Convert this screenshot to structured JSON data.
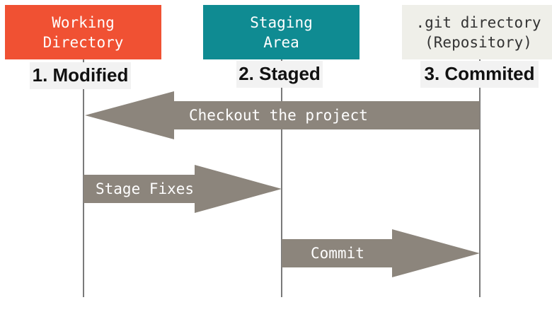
{
  "columns": [
    {
      "title_lines": [
        "Working",
        "Directory"
      ],
      "box_color": "#f05133",
      "text_color": "#ffffff",
      "state_label": "1. Modified"
    },
    {
      "title_lines": [
        "Staging",
        "Area"
      ],
      "box_color": "#0f8b92",
      "text_color": "#ffffff",
      "state_label": "2. Staged"
    },
    {
      "title_lines": [
        ".git directory",
        "(Repository)"
      ],
      "box_color": "#efefe9",
      "text_color": "#333333",
      "state_label": "3. Commited"
    }
  ],
  "arrows": [
    {
      "label": "Checkout the project",
      "from": 2,
      "to": 0
    },
    {
      "label": "Stage Fixes",
      "from": 0,
      "to": 1
    },
    {
      "label": "Commit",
      "from": 1,
      "to": 2
    }
  ],
  "colors": {
    "arrow_fill": "#8c857c",
    "lifeline": "#7a7a7a",
    "state_label_bg": "#f2f2f2"
  }
}
